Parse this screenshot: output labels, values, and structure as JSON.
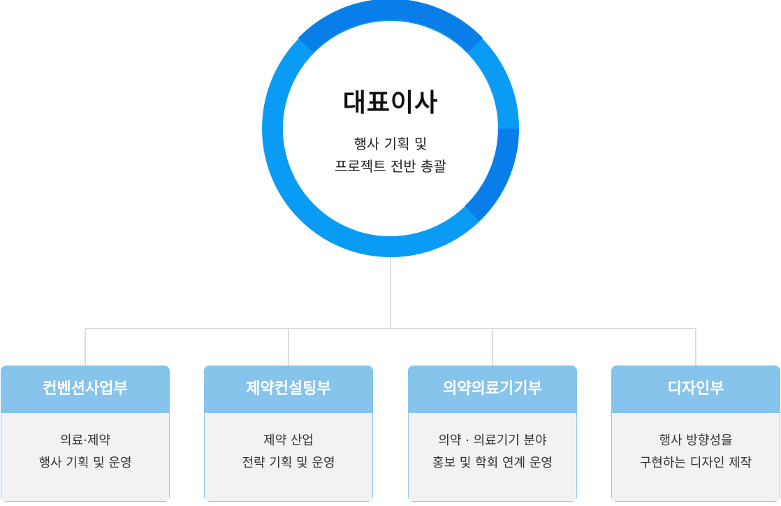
{
  "colors": {
    "ring_main": "#0a9cf5",
    "ring_dark": "#0a7be6",
    "connector": "#dcdcdc",
    "dept_header": "#86c4ec",
    "dept_body": "#f2f2f2"
  },
  "ceo": {
    "title": "대표이사",
    "desc_line1": "행사 기획 및",
    "desc_line2": "프로젝트 전반 총괄"
  },
  "departments": [
    {
      "name": "컨벤션사업부",
      "line1": "의료·제약",
      "line2": "행사 기획 및 운영"
    },
    {
      "name": "제약컨설팅부",
      "line1": "제약 산업",
      "line2": "전략 기획 및 운영"
    },
    {
      "name": "의약의료기기부",
      "line1": "의약 · 의료기기 분야",
      "line2": "홍보 및 학회 연계 운영"
    },
    {
      "name": "디자인부",
      "line1": "행사 방향성을",
      "line2": "구현하는 디자인 제작"
    }
  ]
}
